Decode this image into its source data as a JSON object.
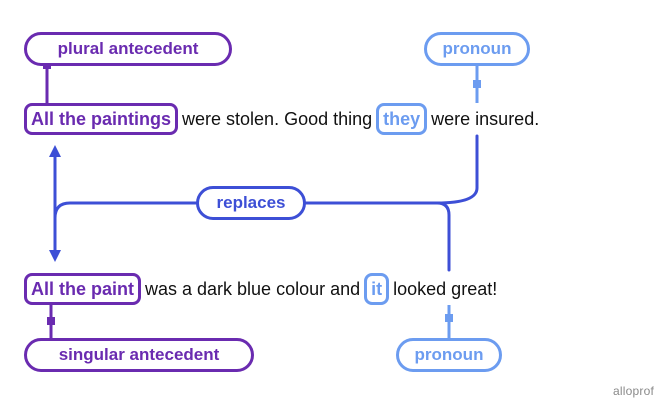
{
  "labels": {
    "plural_antecedent": "plural antecedent",
    "pronoun_top": "pronoun",
    "replaces": "replaces",
    "singular_antecedent": "singular antecedent",
    "pronoun_bottom": "pronoun"
  },
  "sentence1": {
    "antecedent": "All the paintings",
    "middle": "were stolen. Good thing",
    "pronoun": "they",
    "end": "were insured."
  },
  "sentence2": {
    "antecedent": "All the paint",
    "middle": "was a dark blue colour and",
    "pronoun": "it",
    "end": "looked great!"
  },
  "brand": "alloprof",
  "colors": {
    "purple": "#6a2bb0",
    "light_blue": "#6c9cf0",
    "blue": "#3d4fd6"
  }
}
